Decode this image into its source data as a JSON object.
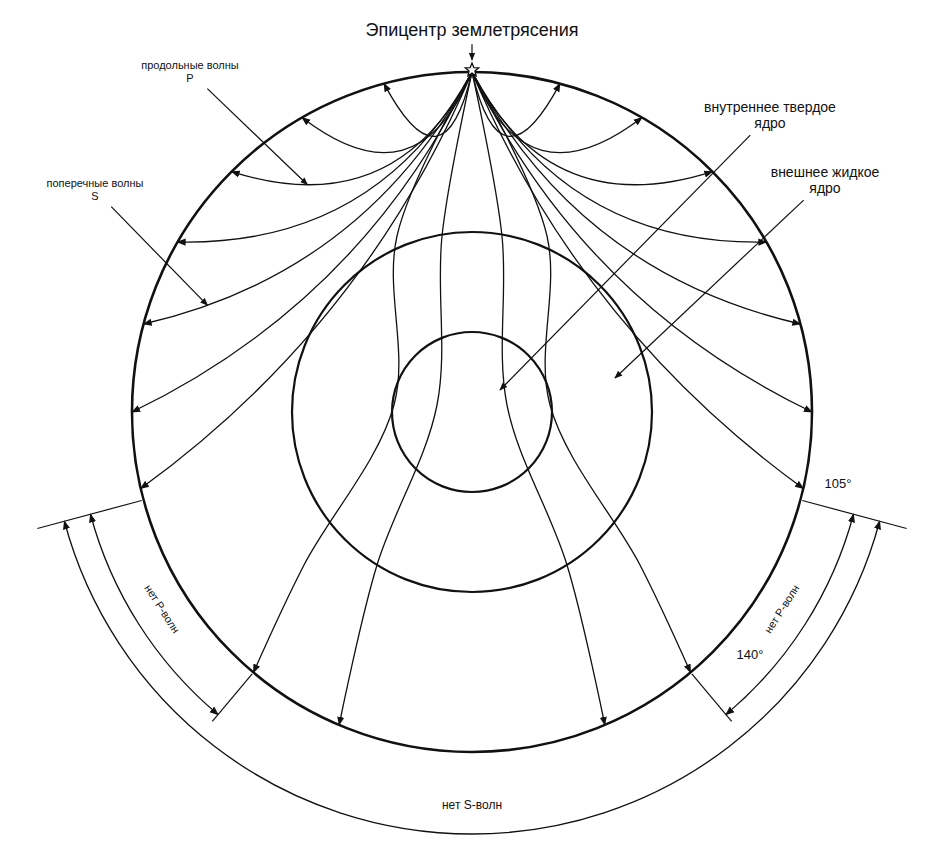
{
  "diagram": {
    "labels": [
      "Эпицентр землетрясения",
      "продольные волны P",
      "внутреннее твердое ядро",
      "поперечные волны S",
      "внешнее жидкое ядро",
      "105°",
      "нет P-волн",
      "140°",
      "нет P-волн",
      "нет S-волн"
    ]
  }
}
